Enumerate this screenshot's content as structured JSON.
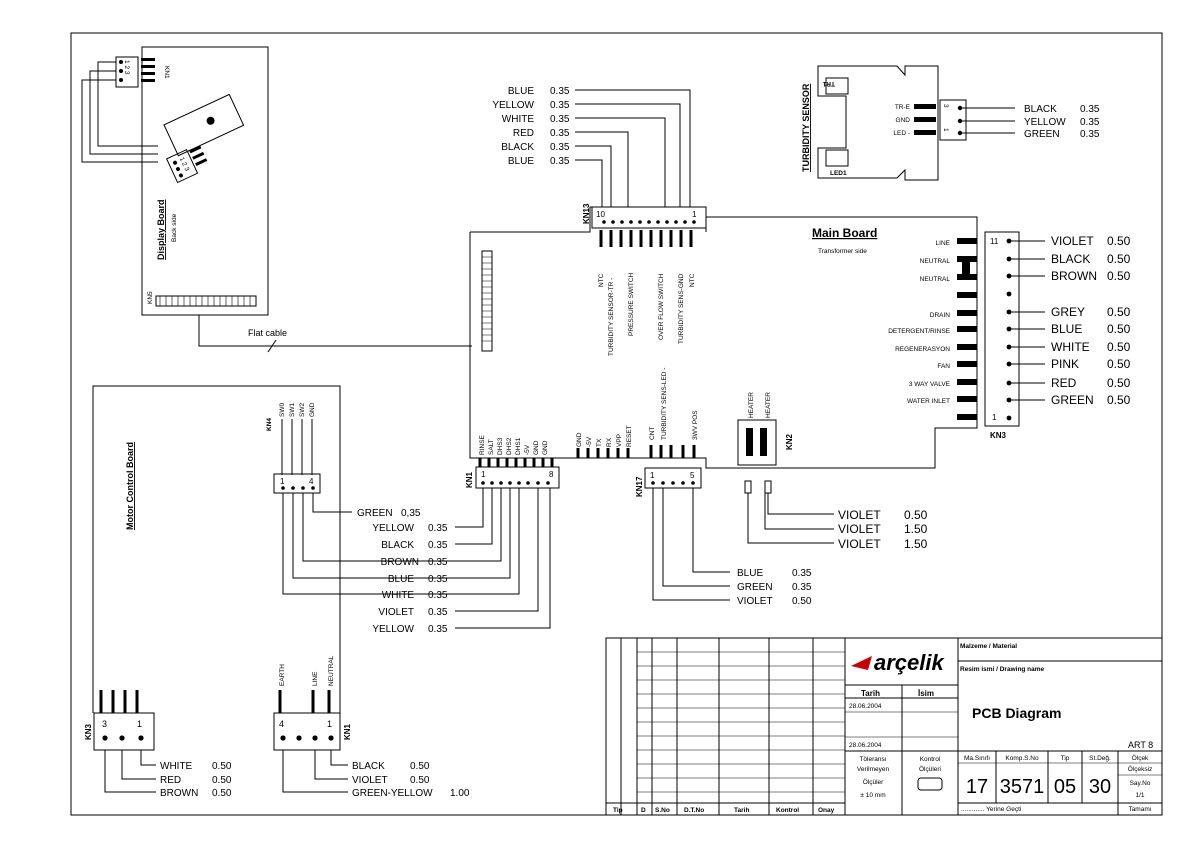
{
  "display_board": {
    "title": "Display Board",
    "subtitle": "Back side",
    "kn1_label": "KN1",
    "kn1_pins": "1 2 3",
    "kn2_pins": "1 2 3",
    "kn5_label": "KN5",
    "flat_cable": "Flat cable"
  },
  "turbidity_sensor": {
    "title": "TURBIDITY SENSOR",
    "tr_label": "TR1",
    "led_label": "LED1",
    "pins": [
      "TR-E",
      "GND",
      "LED -"
    ],
    "pin_numbers": [
      "3",
      "1"
    ],
    "wires": [
      {
        "color": "BLACK",
        "size": "0.35"
      },
      {
        "color": "YELLOW",
        "size": "0.35"
      },
      {
        "color": "GREEN",
        "size": "0.35"
      }
    ]
  },
  "kn13": {
    "label": "KN13",
    "pin_first": "10",
    "pin_last": "1",
    "wires": [
      {
        "color": "BLUE",
        "size": "0.35"
      },
      {
        "color": "YELLOW",
        "size": "0.35"
      },
      {
        "color": "WHITE",
        "size": "0.35"
      },
      {
        "color": "RED",
        "size": "0.35"
      },
      {
        "color": "BLACK",
        "size": "0.35"
      },
      {
        "color": "BLUE",
        "size": "0.35"
      }
    ],
    "signals": [
      "NTC",
      "TURBIDITY SENSOR-TR -",
      "PRESSURE SWITCH",
      "OVER FLOW SWITCH",
      "TURBIDITY SENS-GND",
      "NTC"
    ]
  },
  "main_board": {
    "title": "Main Board",
    "subtitle": "Transformer side",
    "right_signals": [
      "LINE",
      "NEUTRAL",
      "NEUTRAL",
      "DRAIN",
      "DETERGENT/RINSE",
      "REGENERASYON",
      "FAN",
      "3 WAY VALVE",
      "WATER INLET"
    ],
    "kn1_signals": [
      "RINSE",
      "SALT",
      "DHS3",
      "DHS2",
      "DHS1",
      "-5V",
      "GND",
      "GND"
    ],
    "prog_signals": [
      "GND",
      "-5V",
      "TX",
      "RX",
      "VPP",
      "RESET"
    ],
    "kn17_signals": [
      "CNT",
      "TURBIDITY SENS-LED -",
      "3WV POS"
    ],
    "heater_labels": [
      "HEATER",
      "HEATER"
    ],
    "kn2_label": "KN2"
  },
  "kn3_main": {
    "label": "KN3",
    "pin_first": "11",
    "pin_last": "1",
    "wires": [
      {
        "color": "VIOLET",
        "size": "0.50"
      },
      {
        "color": "BLACK",
        "size": "0.50"
      },
      {
        "color": "BROWN",
        "size": "0.50"
      },
      {
        "color": "GREY",
        "size": "0.50"
      },
      {
        "color": "BLUE",
        "size": "0.50"
      },
      {
        "color": "WHITE",
        "size": "0.50"
      },
      {
        "color": "PINK",
        "size": "0.50"
      },
      {
        "color": "RED",
        "size": "0.50"
      },
      {
        "color": "GREEN",
        "size": "0.50"
      }
    ]
  },
  "heater_wires": [
    {
      "color": "VIOLET",
      "size": "0.50"
    },
    {
      "color": "VIOLET",
      "size": "1.50"
    },
    {
      "color": "VIOLET",
      "size": "1.50"
    }
  ],
  "kn17": {
    "label": "KN17",
    "pin_first": "1",
    "pin_last": "5",
    "wires": [
      {
        "color": "BLUE",
        "size": "0.35"
      },
      {
        "color": "GREEN",
        "size": "0.35"
      },
      {
        "color": "VIOLET",
        "size": "0.50"
      }
    ]
  },
  "kn1_main": {
    "label": "KN1",
    "pin_first": "1",
    "pin_last": "8",
    "wires": [
      {
        "color": "YELLOW",
        "size": "0.35"
      },
      {
        "color": "BLACK",
        "size": "0.35"
      },
      {
        "color": "BROWN",
        "size": "0.35"
      },
      {
        "color": "BLUE",
        "size": "0.35"
      },
      {
        "color": "WHITE",
        "size": "0.35"
      },
      {
        "color": "VIOLET",
        "size": "0.35"
      },
      {
        "color": "YELLOW",
        "size": "0.35"
      }
    ]
  },
  "motor_board": {
    "title": "Motor Control Board",
    "kn4_label": "KN4",
    "kn4_signals": [
      "SW0",
      "SW1",
      "SW2",
      "GND"
    ],
    "kn4_pin_first": "1",
    "kn4_pin_last": "4",
    "kn4_wire": {
      "color": "GREEN",
      "size": "0,35"
    },
    "kn3_label": "KN3",
    "kn3_pin_first": "3",
    "kn3_pin_last": "1",
    "kn3_wires": [
      {
        "color": "WHITE",
        "size": "0.50"
      },
      {
        "color": "RED",
        "size": "0.50"
      },
      {
        "color": "BROWN",
        "size": "0.50"
      }
    ],
    "kn1_label": "KN1",
    "kn1_pin_first": "4",
    "kn1_pin_last": "1",
    "kn1_signals": [
      "EARTH",
      "LINE",
      "NEUTRAL"
    ],
    "kn1_wires": [
      {
        "color": "BLACK",
        "size": "0.50"
      },
      {
        "color": "VIOLET",
        "size": "0.50"
      },
      {
        "color": "GREEN-YELLOW",
        "size": "1.00"
      }
    ]
  },
  "title_block": {
    "logo": "arçelik",
    "material_label": "Malzeme / Material",
    "drawing_name_label": "Resim ismi / Drawing name",
    "drawing_name": "PCB  Diagram",
    "art": "ART  8",
    "tarih_label": "Tarih",
    "isim_label": "İsim",
    "date1": "28.06.2004",
    "date2": "28.06.2004",
    "tolerance_lines": [
      "Töleransı",
      "Verilmeyen",
      "Ölçüler",
      "± 10 mm"
    ],
    "kontrol_lines": [
      "Kontrol",
      "Ölçüleri"
    ],
    "headers": [
      "Ma.Sınıfı",
      "Komp.S.No",
      "Tip",
      "St.Değ."
    ],
    "values": [
      "17",
      "3571",
      "05",
      "30"
    ],
    "olcek_label": "Ölçek",
    "olcek_value": "Ölçeksiz",
    "sayno_label": "Say.No",
    "sayno_value": "1/1",
    "tamami": "Tamamı",
    "yerine": "............. Yerine Geçti",
    "rev_headers": [
      "Tip",
      "D",
      "S.No",
      "D.T.No",
      "Tarih",
      "Kontrol",
      "Onay"
    ]
  }
}
